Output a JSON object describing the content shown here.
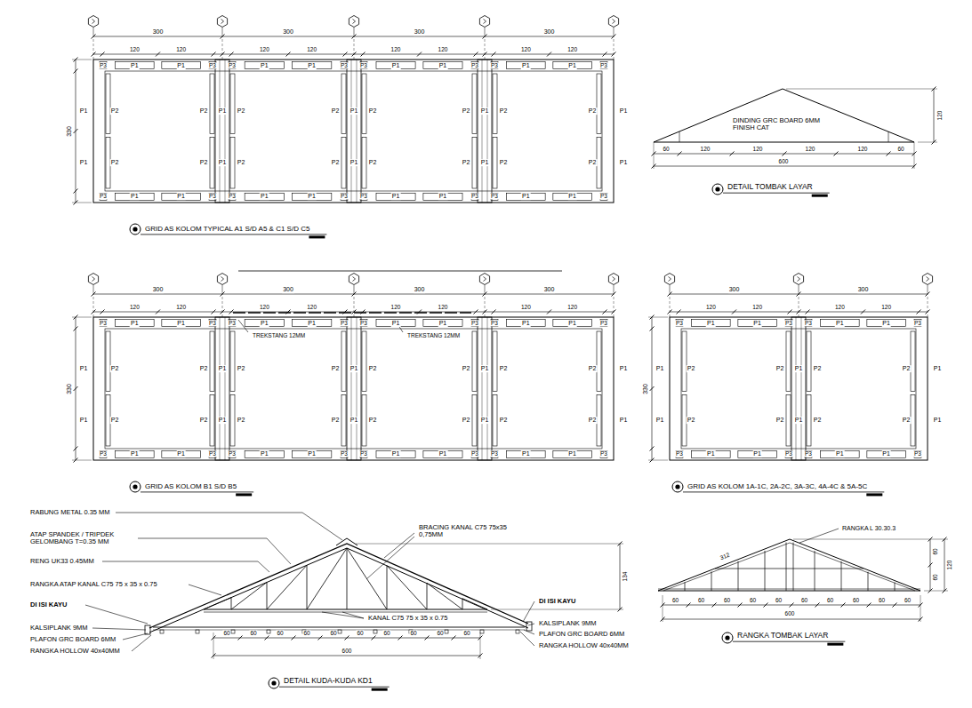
{
  "diagram": {
    "labels": [
      "300",
      "300",
      "300",
      "300",
      "120",
      "120",
      "120",
      "120",
      "120",
      "120",
      "120",
      "120",
      "330",
      "P1",
      "P1",
      "P1",
      "P1",
      "P1",
      "P1",
      "P1",
      "P1",
      "P1",
      "P1",
      "P1",
      "P1",
      "P1",
      "P1",
      "P1",
      "P1",
      "P3",
      "P3",
      "P3",
      "P3",
      "P3",
      "P3",
      "P3",
      "P3",
      "P3",
      "P3",
      "P3",
      "P3",
      "P3",
      "P3",
      "P3",
      "P3",
      "P1",
      "P2",
      "P2",
      "P1",
      "P2",
      "P2",
      "P1",
      "P2",
      "P2",
      "P1",
      "P2",
      "P2",
      "P1",
      "P1",
      "P2",
      "P2",
      "P1",
      "P2",
      "P2",
      "P1",
      "P2",
      "P2",
      "P1",
      "P2",
      "P2",
      "P1",
      "GRID AS KOLOM TYPICAL A1 S/D A5 & C1 S/D C5",
      "300",
      "300",
      "300",
      "300",
      "120",
      "120",
      "120",
      "120",
      "120",
      "120",
      "120",
      "120",
      "330",
      "P1",
      "P1",
      "P1",
      "P1",
      "P1",
      "P1",
      "P1",
      "P1",
      "P1",
      "P1",
      "P1",
      "P1",
      "P1",
      "P1",
      "P1",
      "P1",
      "P3",
      "P3",
      "P3",
      "P3",
      "P3",
      "P3",
      "P3",
      "P3",
      "P3",
      "P3",
      "P3",
      "P3",
      "P3",
      "P3",
      "P3",
      "P3",
      "P1",
      "P2",
      "P2",
      "P1",
      "P2",
      "P2",
      "P1",
      "P2",
      "P2",
      "P1",
      "P2",
      "P2",
      "P1",
      "P1",
      "P2",
      "P2",
      "P1",
      "P2",
      "P2",
      "P1",
      "P2",
      "P2",
      "P1",
      "P2",
      "P2",
      "P1",
      "GRID AS KOLOM B1 S/D B5",
      "TREKSTANG 12MM",
      "TREKSTANG 12MM",
      "300",
      "300",
      "120",
      "120",
      "120",
      "120",
      "330",
      "P1",
      "P1",
      "P1",
      "P1",
      "P1",
      "P1",
      "P1",
      "P1",
      "P3",
      "P3",
      "P3",
      "P3",
      "P3",
      "P3",
      "P3",
      "P3",
      "P1",
      "P2",
      "P2",
      "P1",
      "P2",
      "P2",
      "P1",
      "P1",
      "P2",
      "P2",
      "P1",
      "P2",
      "P2",
      "P1",
      "GRID AS KOLOM 1A-1C, 2A-2C, 3A-3C, 4A-4C & 5A-5C",
      "DINDING GRC BOARD 6MM FINISH CAT",
      "60",
      "120",
      "120",
      "120",
      "120",
      "60",
      "600",
      "120",
      "DETAIL TOMBAK LAYAR",
      "RABUNG METAL 0.35 MM",
      "ATAP SPANDEK / TRIPDEK GELOMBANG T=0.35 MM",
      "RENG UK33 0.45MM",
      "RANGKA ATAP KANAL C75 75 x 35 x 0.75",
      "DI ISI KAYU",
      "KALSIPLANK 9MM",
      "PLAFON GRC BOARD 6MM",
      "RANGKA HOLLOW 40x40MM",
      "BRACING KANAL C75 75x35 0,75MM",
      "KANAL C75 75 x 35 x 0.75",
      "DI ISI KAYU",
      "KALSIPLANK 9MM",
      "PLAFON GRC BOARD 6MM",
      "RANGKA HOLLOW 40x40MM",
      "60",
      "60",
      "60",
      "60",
      "60",
      "60",
      "60",
      "60",
      "60",
      "60",
      "600",
      "134",
      "DETAIL KUDA-KUDA KD1",
      "RANGKA L 30.30.3",
      "312",
      "60",
      "60",
      "60",
      "60",
      "60",
      "60",
      "60",
      "60",
      "60",
      "60",
      "600",
      "60",
      "60",
      "120",
      "RANGKA TOMBAK LAYAR"
    ]
  }
}
